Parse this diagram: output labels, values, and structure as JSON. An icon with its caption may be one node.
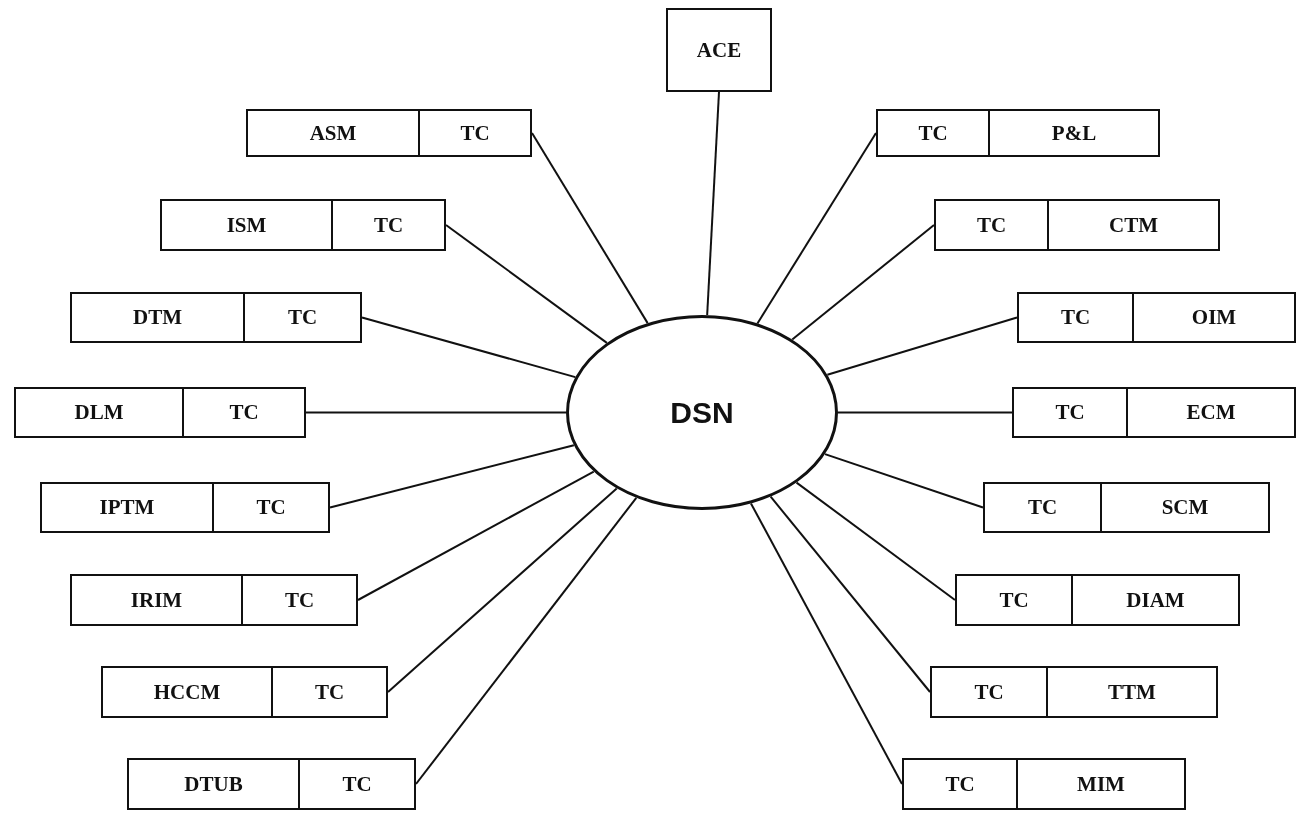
{
  "diagram": {
    "nodes": [
      {
        "text": [
          "ACE"
        ]
      },
      {
        "text": [
          "ASM",
          "TC"
        ]
      },
      {
        "text": [
          "TC",
          "P&L"
        ]
      },
      {
        "text": [
          "ISM",
          "TC"
        ]
      },
      {
        "text": [
          "TC",
          "CTM"
        ]
      },
      {
        "text": [
          "DTM",
          "TC"
        ]
      },
      {
        "text": [
          "TC",
          "OIM"
        ]
      },
      {
        "text": [
          "DLM",
          "TC"
        ]
      },
      {
        "text": [
          "DSN"
        ]
      },
      {
        "text": [
          "TC",
          "ECM"
        ]
      },
      {
        "text": [
          "IPTM",
          "TC"
        ]
      },
      {
        "text": [
          "TC",
          "SCM"
        ]
      },
      {
        "text": [
          "IRIM",
          "TC"
        ]
      },
      {
        "text": [
          "TC",
          "DIAM"
        ]
      },
      {
        "text": [
          "HCCM",
          "TC"
        ]
      },
      {
        "text": [
          "TC",
          "TTM"
        ]
      },
      {
        "text": [
          "DTUB",
          "TC"
        ]
      },
      {
        "text": [
          "TC",
          "MIM"
        ]
      }
    ],
    "edges": [
      {
        "from": 0,
        "to": 8,
        "arrow": "none"
      },
      {
        "from": 1,
        "to": 8,
        "arrow": "none"
      },
      {
        "from": 2,
        "to": 8,
        "arrow": "none"
      },
      {
        "from": 3,
        "to": 8,
        "arrow": "none"
      },
      {
        "from": 4,
        "to": 8,
        "arrow": "none"
      },
      {
        "from": 5,
        "to": 8,
        "arrow": "none"
      },
      {
        "from": 6,
        "to": 8,
        "arrow": "none"
      },
      {
        "from": 7,
        "to": 8,
        "arrow": "none"
      },
      {
        "from": 9,
        "to": 8,
        "arrow": "none"
      },
      {
        "from": 10,
        "to": 8,
        "arrow": "none"
      },
      {
        "from": 11,
        "to": 8,
        "arrow": "none"
      },
      {
        "from": 12,
        "to": 8,
        "arrow": "none"
      },
      {
        "from": 13,
        "to": 8,
        "arrow": "none"
      },
      {
        "from": 14,
        "to": 8,
        "arrow": "none"
      },
      {
        "from": 15,
        "to": 8,
        "arrow": "none"
      },
      {
        "from": 16,
        "to": 8,
        "arrow": "none"
      },
      {
        "from": 17,
        "to": 8,
        "arrow": "none"
      }
    ]
  }
}
